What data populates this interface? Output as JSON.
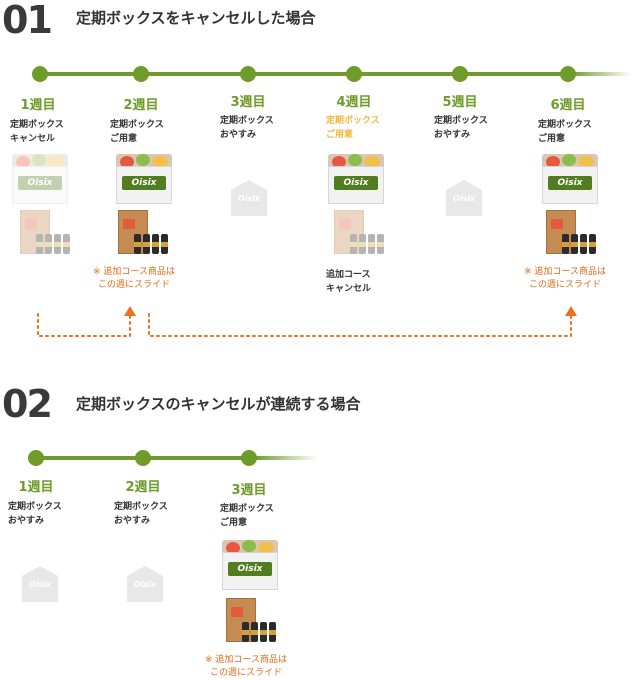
{
  "section1": {
    "number": "01",
    "title": "定期ボックスをキャンセルした場合",
    "weeks": [
      {
        "label": "1週目",
        "status_line1": "定期ボックス",
        "status_line2": "キャンセル"
      },
      {
        "label": "2週目",
        "status_line1": "定期ボックス",
        "status_line2": "ご用意"
      },
      {
        "label": "3週目",
        "status_line1": "定期ボックス",
        "status_line2": "おやすみ"
      },
      {
        "label": "4週目",
        "status_line1": "定期ボックス",
        "status_line2": "ご用意"
      },
      {
        "label": "5週目",
        "status_line1": "定期ボックス",
        "status_line2": "おやすみ"
      },
      {
        "label": "6週目",
        "status_line1": "定期ボックス",
        "status_line2": "ご用意"
      }
    ],
    "note_week2_line1": "※ 追加コース商品は",
    "note_week2_line2": "この週にスライド",
    "note_week4_line1": "追加コース",
    "note_week4_line2": "キャンセル",
    "note_week6_line1": "※ 追加コース商品は",
    "note_week6_line2": "この週にスライド"
  },
  "section2": {
    "number": "02",
    "title": "定期ボックスのキャンセルが連続する場合",
    "weeks": [
      {
        "label": "1週目",
        "status_line1": "定期ボックス",
        "status_line2": "おやすみ"
      },
      {
        "label": "2週目",
        "status_line1": "定期ボックス",
        "status_line2": "おやすみ"
      },
      {
        "label": "3週目",
        "status_line1": "定期ボックス",
        "status_line2": "ご用意"
      }
    ],
    "note_week3_line1": "※ 追加コース商品は",
    "note_week3_line2": "この週にスライド"
  },
  "brand": "Oisix",
  "colors": {
    "timeline": "#6f9b2a",
    "note": "#e56a16",
    "highlight": "#f3b73c",
    "connector": "#ef6f1d"
  }
}
